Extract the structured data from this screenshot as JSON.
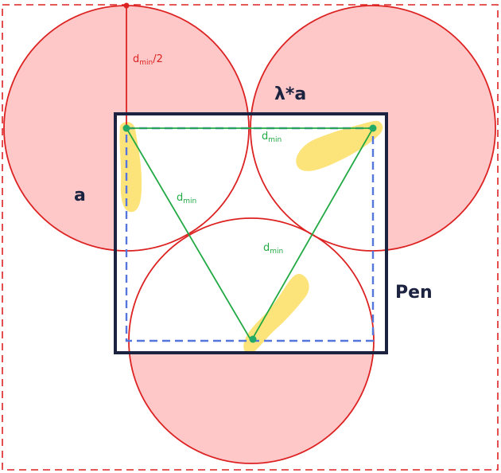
{
  "labels": {
    "a": "a",
    "lambda_a": "λ*a",
    "pen": "Pen",
    "dmin_half_main": "d",
    "dmin_half_sub": "min",
    "dmin_half_tail": "/2",
    "dmin_main": "d",
    "dmin_sub": "min"
  },
  "colors": {
    "circle_fill": "#ffc8c8",
    "circle_stroke": "#dd2222",
    "outer_dashed": "#dd2222",
    "pen_box": "#1c2340",
    "inner_dashed": "#5577dd",
    "triangle": "#22aa44",
    "yellow_mark": "#fde47a",
    "dmin_label": "#22aa44",
    "radius_label": "#dd2222"
  }
}
